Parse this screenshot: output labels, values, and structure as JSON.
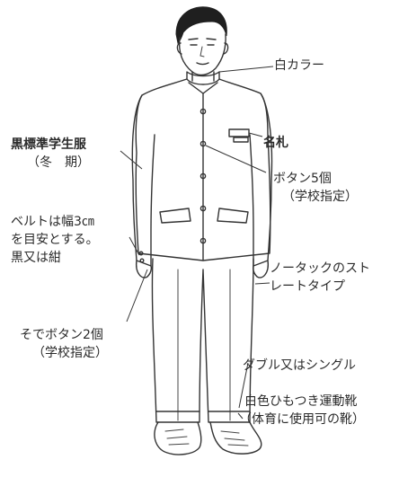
{
  "labels": {
    "collar": "白カラー",
    "uniform_line1": "黒標準学生服",
    "uniform_line2": "（冬　期）",
    "name_tag": "名札",
    "buttons_line1": "ボタン5個",
    "buttons_line2": "（学校指定）",
    "belt_line1": "ベルトは幅3㎝",
    "belt_line2": "を目安とする。",
    "belt_line3": "黒又は紺",
    "pants_line1": "ノータックのスト",
    "pants_line2": "レートタイプ",
    "sleeve_line1": "そでボタン2個",
    "sleeve_line2": "（学校指定）",
    "hem": "ダブル又はシングル",
    "shoes_line1": "白色ひもつき運動靴",
    "shoes_line2": "（体育に使用可の靴）"
  },
  "colors": {
    "ink": "#333333",
    "hair": "#1f1f1f",
    "background": "#ffffff"
  }
}
